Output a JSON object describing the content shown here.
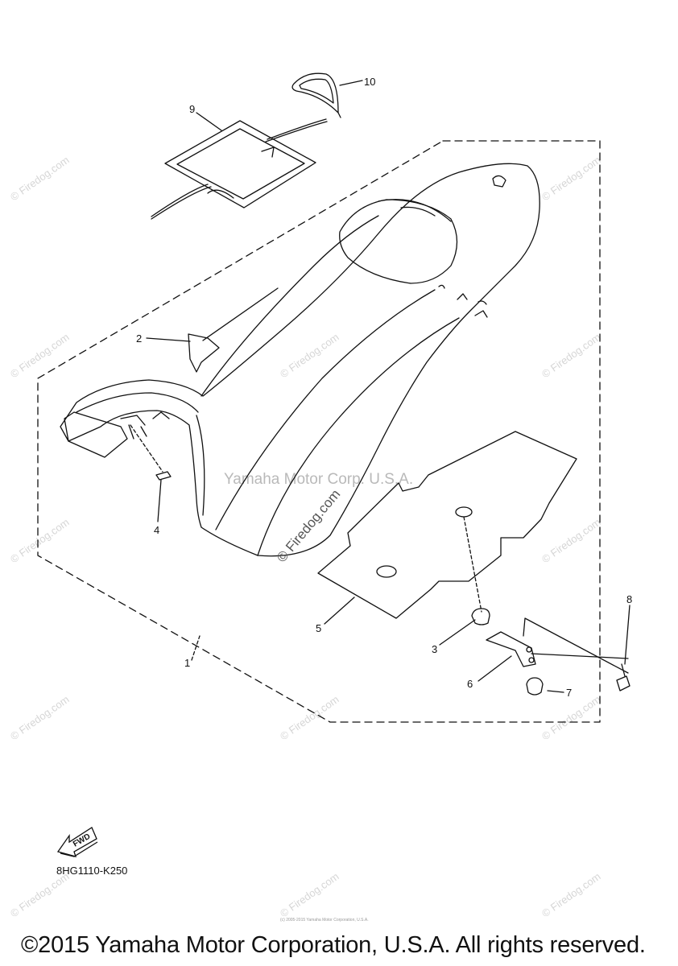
{
  "callouts": {
    "c1": "1",
    "c2": "2",
    "c3": "3",
    "c4": "4",
    "c5": "5",
    "c6": "6",
    "c7": "7",
    "c8": "8",
    "c9": "9",
    "c10": "10"
  },
  "watermarks": {
    "site": "© Firedog.com",
    "center": "Yamaha Motor Corp. U.S.A."
  },
  "direction_badge": "FWD",
  "diagram_code": "8HG1110-K250",
  "fine_print": "(c) 2005-2015 Yamaha Motor Corporation, U.S.A.",
  "copyright": "©2015 Yamaha Motor Corporation, U.S.A. All rights reserved.",
  "colors": {
    "line": "#111111",
    "watermark": "#cccccc"
  }
}
